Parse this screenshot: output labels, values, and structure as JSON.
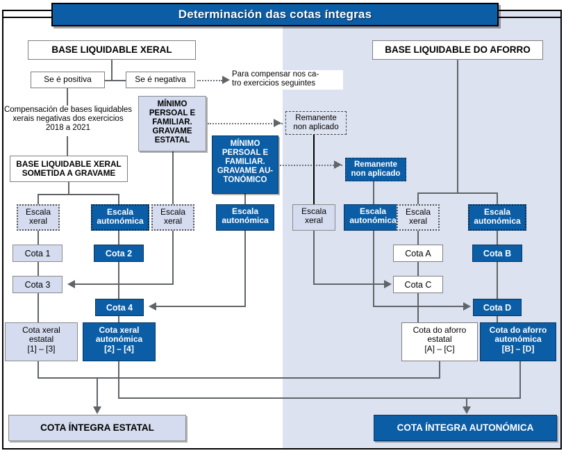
{
  "title": "Determinación das cotas íntegras",
  "colors": {
    "brand_blue": "#0b5da5",
    "light_blue": "#d5dcef",
    "panel_shade": "#dde2f0",
    "line": "#5f6468"
  },
  "nodes": {
    "base_liquidable_xeral": "BASE LIQUIDABLE XERAL",
    "base_liquidable_aforro": "BASE LIQUIDABLE DO AFORRO",
    "se_positiva": "Se é positiva",
    "se_negativa": "Se é negativa",
    "para_compensar": "Para compensar nos catro exercicios seguintes",
    "para_compensar_l1": "Para compensar nos ca-",
    "para_compensar_l2": "tro exercicios seguintes",
    "compensacion_l1": "Compensación de bases liquidables",
    "compensacion_l2": "xerais negativas dos exercicios",
    "compensacion_l3": "2018 a 2021",
    "minimo_estatal": "MÍNIMO PERSOAL E FAMILIAR. GRAVAME ESTATAL",
    "minimo_estatal_lines": [
      "MÍNIMO",
      "PERSOAL E",
      "FAMILIAR.",
      "GRAVAME",
      "ESTATAL"
    ],
    "minimo_autonomico": "MÍNIMO PERSOAL E FAMILIAR. GRAVAME AUTONÓMICO",
    "minimo_autonomico_lines": [
      "MÍNIMO",
      "PERSOAL E",
      "FAMILIAR.",
      "GRAVAME AU-",
      "TONÓMICO"
    ],
    "base_sometida_l1": "BASE LIQUIDABLE XERAL",
    "base_sometida_l2": "SOMETIDA A GRAVAME",
    "remanente_1_l1": "Remanente",
    "remanente_1_l2": "non aplicado",
    "remanente_2_l1": "Remanente",
    "remanente_2_l2": "non aplicado",
    "escala_xeral_l1": "Escala",
    "escala_xeral_l2": "xeral",
    "escala_autonomica_l1": "Escala",
    "escala_autonomica_l2": "autonómica",
    "cota_1": "Cota 1",
    "cota_2": "Cota 2",
    "cota_3": "Cota 3",
    "cota_4": "Cota 4",
    "cota_a": "Cota A",
    "cota_b": "Cota B",
    "cota_c": "Cota C",
    "cota_d": "Cota D",
    "cota_xeral_estatal_l1": "Cota xeral",
    "cota_xeral_estatal_l2": "estatal",
    "cota_xeral_estatal_l3": "[1] – [3]",
    "cota_xeral_autonomica_l1": "Cota xeral",
    "cota_xeral_autonomica_l2": "autonómica",
    "cota_xeral_autonomica_l3": "[2] – [4]",
    "cota_aforro_estatal_l1": "Cota do aforro",
    "cota_aforro_estatal_l2": "estatal",
    "cota_aforro_estatal_l3": "[A] – [C]",
    "cota_aforro_autonomica_l1": "Cota do aforro",
    "cota_aforro_autonomica_l2": "autonómica",
    "cota_aforro_autonomica_l3": "[B] – [D]",
    "cota_integra_estatal": "COTA ÍNTEGRA ESTATAL",
    "cota_integra_autonomica": "COTA ÍNTEGRA AUTONÓMICA"
  }
}
